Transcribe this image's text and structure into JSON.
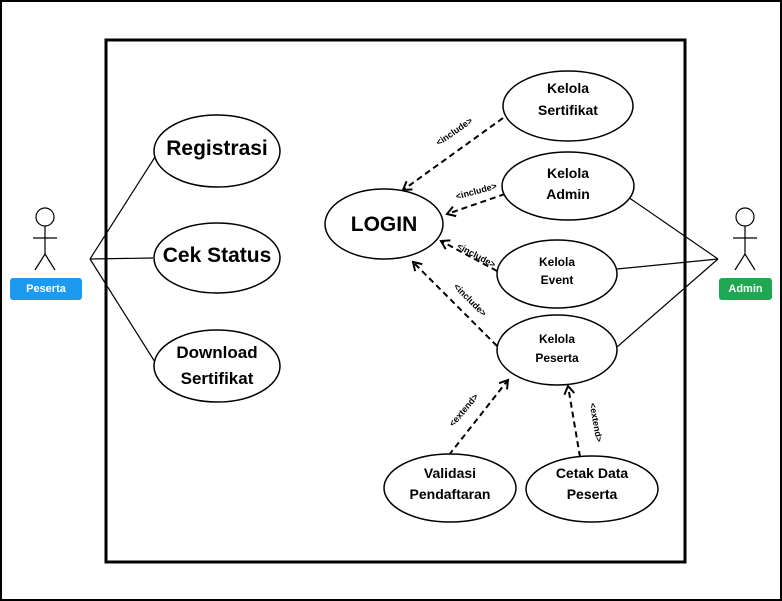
{
  "actors": {
    "peserta": {
      "label": "Peserta",
      "color": "#1a9bf0"
    },
    "admin": {
      "label": "Admin",
      "color": "#1fa752"
    }
  },
  "use_cases": {
    "registrasi": [
      "Registrasi"
    ],
    "cek_status": [
      "Cek Status"
    ],
    "download_sertifikat": [
      "Download",
      "Sertifikat"
    ],
    "login": [
      "LOGIN"
    ],
    "kelola_sertifikat": [
      "Kelola",
      "Sertifikat"
    ],
    "kelola_admin": [
      "Kelola",
      "Admin"
    ],
    "kelola_event": [
      "Kelola",
      "Event"
    ],
    "kelola_peserta": [
      "Kelola",
      "Peserta"
    ],
    "validasi_pendaftaran": [
      "Validasi",
      "Pendaftaran"
    ],
    "cetak_data_peserta": [
      "Cetak Data",
      "Peserta"
    ]
  },
  "relations": {
    "include": "<include>",
    "extend": "<extend>"
  }
}
